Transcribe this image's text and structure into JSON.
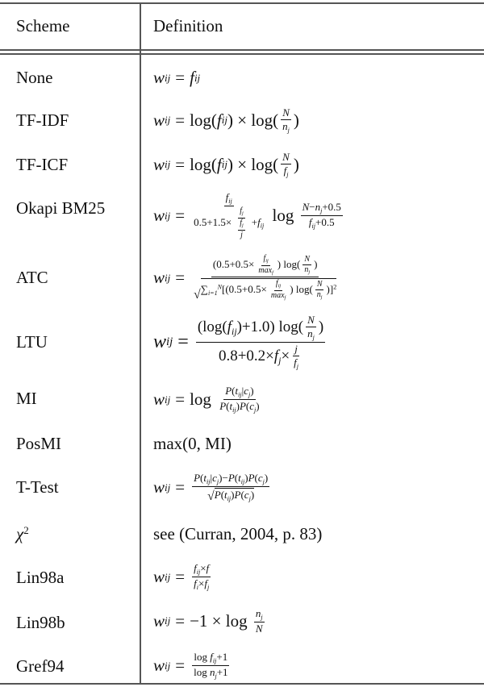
{
  "table": {
    "headers": {
      "scheme": "Scheme",
      "definition": "Definition"
    },
    "rows": [
      {
        "scheme": "None",
        "definition": "w_ij = f_ij"
      },
      {
        "scheme": "TF-IDF",
        "definition": "w_ij = log(f_ij) × log(N / n_j)"
      },
      {
        "scheme": "TF-ICF",
        "definition": "w_ij = log(f_ij) × log(N / f_j)"
      },
      {
        "scheme": "Okapi BM25",
        "definition": "w_ij = f_ij / (0.5 + 1.5 × (f_j / (f_j / j)) + f_ij) · log((N − n_j + 0.5) / (f_ij + 0.5))"
      },
      {
        "scheme": "ATC",
        "definition": "w_ij = (0.5 + 0.5 × f_ij / max_f) log(N / n_j) / sqrt(Σ_{i=1}^{N} [(0.5 + 0.5 × f_ij / max_f) log(N / n_j)]^2)"
      },
      {
        "scheme": "LTU",
        "definition": "w_ij = (log(f_ij) + 1.0) log(N / n_j) / (0.8 + 0.2 × f_j × j / f_j)"
      },
      {
        "scheme": "MI",
        "definition": "w_ij = log P(t_ij | c_j) / (P(t_ij) P(c_j))"
      },
      {
        "scheme": "PosMI",
        "definition": "max(0, MI)"
      },
      {
        "scheme": "T-Test",
        "definition": "w_ij = (P(t_ij | c_j) − P(t_ij) P(c_j)) / sqrt(P(t_ij) P(c_j))"
      },
      {
        "scheme": "χ2",
        "definition": "see (Curran, 2004, p. 83)"
      },
      {
        "scheme": "Lin98a",
        "definition": "w_ij = (f_ij × f) / (f_i × f_j)"
      },
      {
        "scheme": "Lin98b",
        "definition": "w_ij = −1 × log(n_j / N)"
      },
      {
        "scheme": "Gref94",
        "definition": "w_ij = (log f_ij + 1) / (log n_j + 1)"
      }
    ]
  },
  "display": {
    "chi_symbol": "χ",
    "chi_exp": "2",
    "posmi": "max(0, MI)",
    "chi_def": "see (Curran, 2004, p. 83)"
  }
}
